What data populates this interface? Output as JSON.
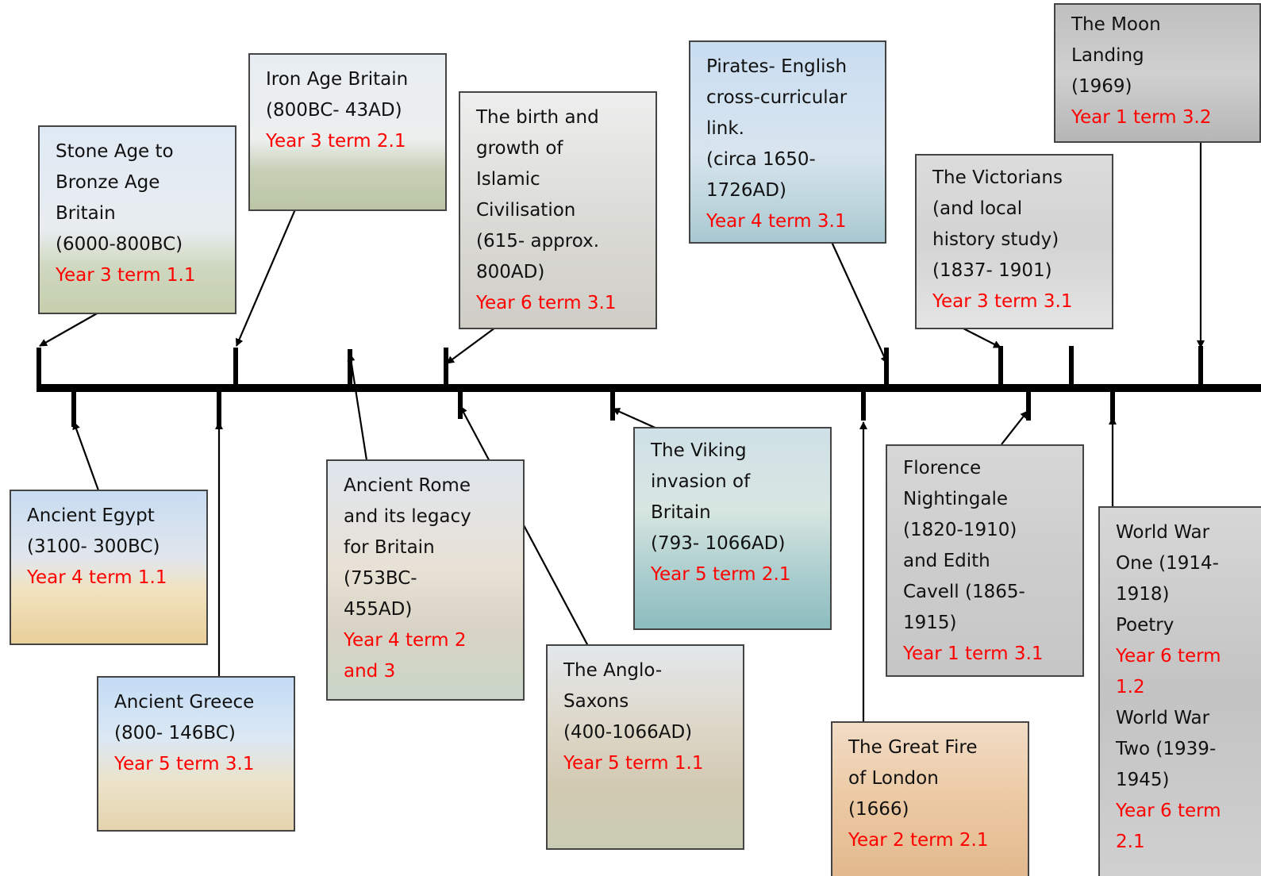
{
  "colors": {
    "axis": "#000000",
    "year_text": "#ff0000",
    "text": "#111111"
  },
  "topics": {
    "stone_age": {
      "title": "Stone Age to\nBronze Age\nBritain\n(6000-800BC)",
      "year": "Year 3 term 1.1"
    },
    "iron_age": {
      "title": "Iron Age Britain\n(800BC- 43AD)",
      "year": "Year 3 term 2.1"
    },
    "islamic": {
      "title": "The birth and\ngrowth of\nIslamic\nCivilisation\n(615- approx.\n800AD)",
      "year": "Year 6 term 3.1"
    },
    "pirates": {
      "title": "Pirates- English\ncross-curricular\nlink.\n(circa 1650-\n1726AD)",
      "year": "Year 4 term 3.1"
    },
    "moon": {
      "title": "The Moon\nLanding\n(1969)",
      "year": "Year 1 term 3.2"
    },
    "victorians": {
      "title": "The Victorians\n(and local\nhistory study)\n(1837- 1901)",
      "year": "Year 3 term 3.1"
    },
    "egypt": {
      "title": "Ancient Egypt\n(3100- 300BC)",
      "year": "Year 4 term 1.1"
    },
    "greece": {
      "title": "Ancient Greece\n(800- 146BC)",
      "year": "Year 5 term 3.1"
    },
    "rome": {
      "title": "Ancient Rome\nand its legacy\nfor Britain\n(753BC-\n455AD)",
      "year": "Year 4 term 2\nand 3"
    },
    "vikings": {
      "title": "The Viking\ninvasion of\nBritain\n(793- 1066AD)",
      "year": "Year 5 term 2.1"
    },
    "anglo_saxons": {
      "title": "The Anglo-\nSaxons\n(400-1066AD)",
      "year": "Year 5 term 1.1"
    },
    "nightingale": {
      "title": "Florence\nNightingale\n(1820-1910)\nand Edith\nCavell (1865-\n1915)",
      "year": "Year 1 term 3.1"
    },
    "great_fire": {
      "title": "The Great Fire\nof London\n(1666)",
      "year": "Year 2 term 2.1"
    },
    "world_wars": {
      "title1": "World War\nOne (1914-\n1918)\nPoetry",
      "year1": "Year 6 term\n1.2",
      "title2": "World War\nTwo (1939-\n1945)",
      "year2": "Year 6 term\n2.1"
    }
  }
}
